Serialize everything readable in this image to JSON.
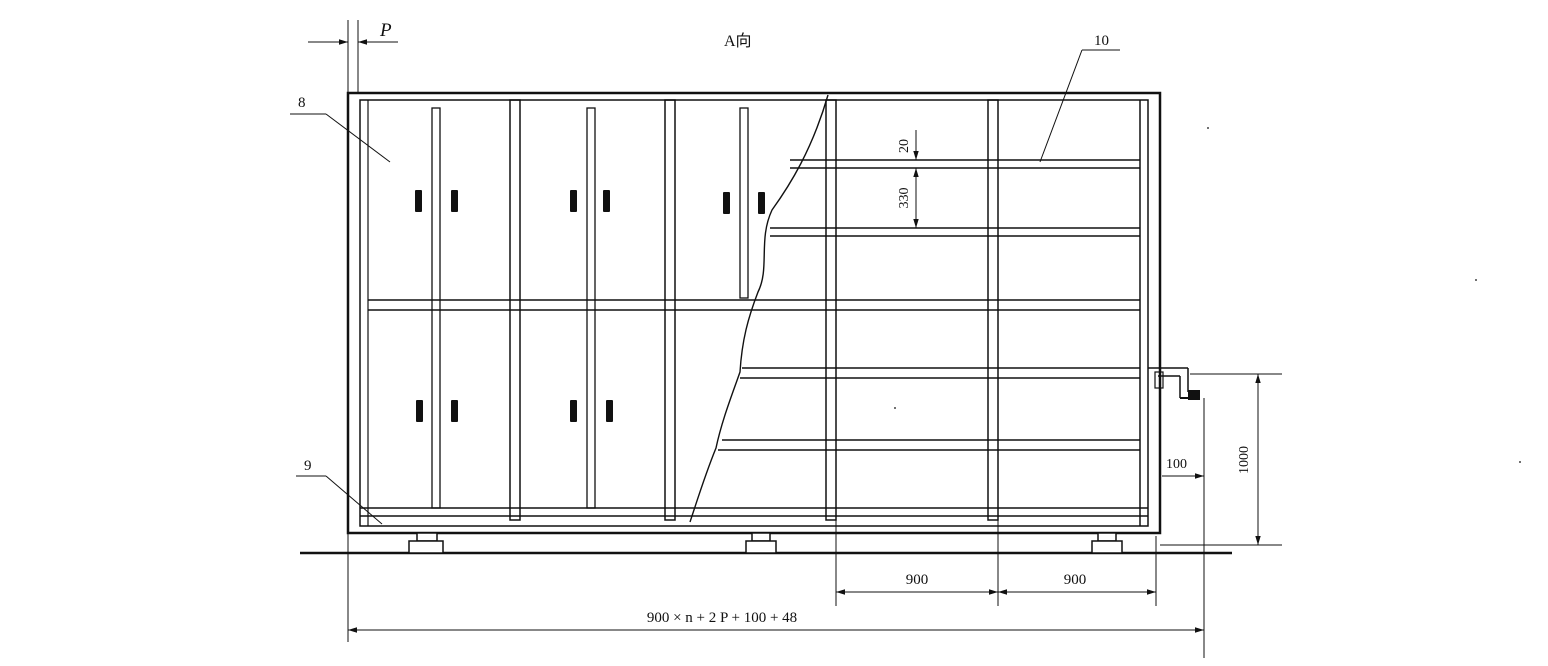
{
  "labels": {
    "view": "A向",
    "pitch": "P",
    "callout_door": "8",
    "callout_base": "9",
    "callout_shelf": "10"
  },
  "dimensions": {
    "shelf_gap": "20",
    "shelf_spacing": "330",
    "bay_width_1": "900",
    "bay_width_2": "900",
    "handle_offset": "100",
    "handle_height": "1000",
    "overall_length": "900 × n + 2 P + 100 + 48"
  }
}
